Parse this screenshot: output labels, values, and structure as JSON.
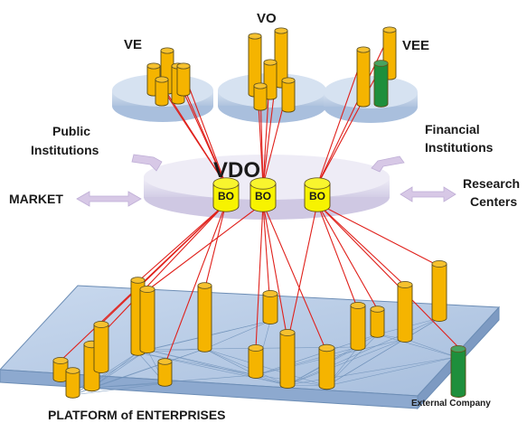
{
  "labels": {
    "ve": "VE",
    "vo": "VO",
    "vee": "VEE",
    "vdo": "VDO",
    "bo": "BO",
    "public_institutions": [
      "Public",
      "Institutions"
    ],
    "financial_institutions": [
      "Financial",
      "Institutions"
    ],
    "market": "MARKET",
    "research_centers": [
      "Research",
      "Centers"
    ],
    "platform": "PLATFORM of ENTERPRISES",
    "external_company": "External Company"
  },
  "colors": {
    "cylinder_fill": "#F5B400",
    "cylinder_edge": "#5a4a10",
    "external_fill": "#1E8F3C",
    "bo_fill": "#F7F300",
    "platform_fill": "#B8CCE4",
    "platform_edge": "#6C8DB5",
    "disc_fill": "#C5D6EC",
    "vdo_disc_fill": "#E6E3F1",
    "red_links": "#E0201B",
    "mesh_links": "#6F90B8",
    "arrow_fill": "#D7C8E6",
    "text": "#1a1a1a"
  }
}
